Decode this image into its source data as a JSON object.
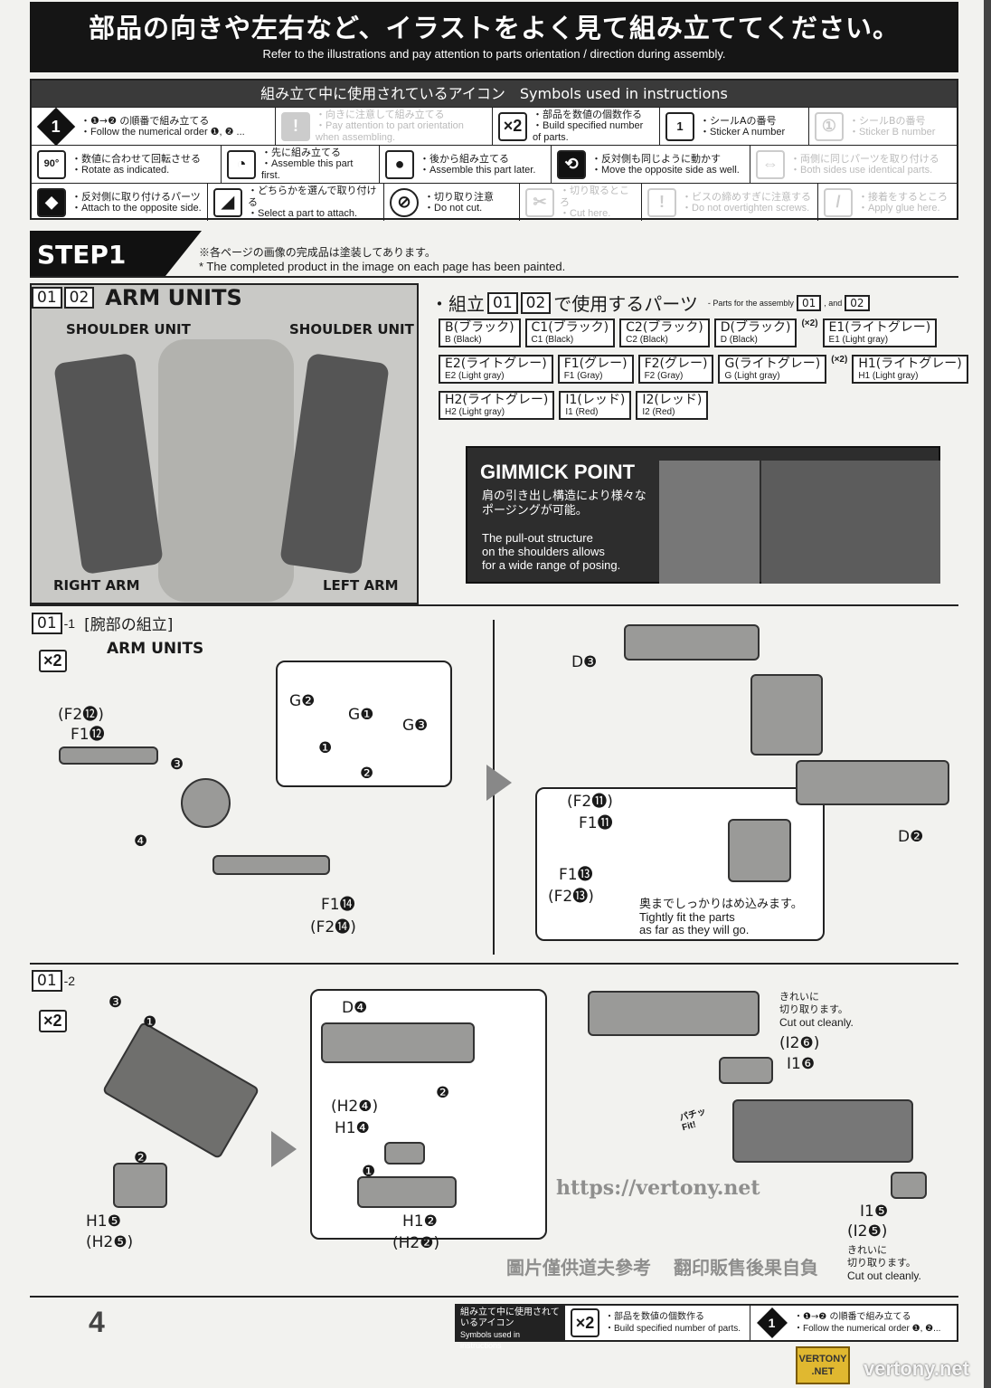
{
  "header": {
    "title_ja": "部品の向きや左右など、イラストをよく見て組み立ててください。",
    "title_en": "Refer to the illustrations and pay attention to parts orientation / direction during assembly."
  },
  "legend": {
    "title": "組み立て中に使用されているアイコン　Symbols used in instructions",
    "row1": [
      {
        "icon": "1",
        "ja": "・❶→❷ の順番で組み立てる",
        "en": "・Follow the numerical order ❶, ❷ ..."
      },
      {
        "icon": "!",
        "ja": "・向きに注意して組み立てる",
        "en": "・Pay attention to part orientation when assembling."
      },
      {
        "icon": "×2",
        "ja": "・部品を数値の個数作る",
        "en": "・Build specified number of parts."
      },
      {
        "icon": "1",
        "ja": "・シールAの番号",
        "en": "・Sticker A number"
      },
      {
        "icon": "①",
        "ja": "・シールBの番号",
        "en": "・Sticker B number"
      }
    ],
    "row2": [
      {
        "icon": "90°",
        "ja": "・数値に合わせて回転させる",
        "en": "・Rotate as indicated."
      },
      {
        "icon": "◔",
        "ja": "・先に組み立てる",
        "en": "・Assemble this part first."
      },
      {
        "icon": "●",
        "ja": "・後から組み立てる",
        "en": "・Assemble this part later."
      },
      {
        "icon": "⟲",
        "ja": "・反対側も同じように動かす",
        "en": "・Move the opposite side as well."
      },
      {
        "icon": "⇔",
        "ja": "・両側に同じパーツを取り付ける",
        "en": "・Both sides use identical parts."
      }
    ],
    "row3": [
      {
        "icon": "◆",
        "ja": "・反対側に取り付けるパーツ",
        "en": "・Attach to the opposite side."
      },
      {
        "icon": "◢",
        "ja": "・どちらかを選んで取り付ける",
        "en": "・Select a part to attach."
      },
      {
        "icon": "⊘",
        "ja": "・切り取り注意",
        "en": "・Do not cut."
      },
      {
        "icon": "✂",
        "ja": "・切り取るところ",
        "en": "・Cut here."
      },
      {
        "icon": "!",
        "ja": "・ビスの締めすぎに注意する",
        "en": "・Do not overtighten screws."
      },
      {
        "icon": "/",
        "ja": "・接着をするところ",
        "en": "・Apply glue here."
      }
    ]
  },
  "step": {
    "label": "STEP1",
    "note_ja": "※各ページの画像の完成品は塗装してあります。",
    "note_en": "* The completed product in the image on each page has been painted."
  },
  "arm_panel": {
    "num1": "01",
    "num2": "02",
    "title": "ARM UNITS",
    "labels": [
      "SHOULDER UNIT",
      "SHOULDER UNIT",
      "RIGHT ARM",
      "LEFT ARM"
    ]
  },
  "parts": {
    "title_ja": "・組立",
    "n1": "01",
    "n2": "02",
    "title_ja2": "で使用するパーツ",
    "title_en": "- Parts for the assembly",
    "n1b": "01",
    "and": ", and",
    "n2b": "02",
    "items": [
      {
        "ja": "B(ブラック)",
        "en": "B (Black)",
        "qty": ""
      },
      {
        "ja": "C1(ブラック)",
        "en": "C1 (Black)",
        "qty": ""
      },
      {
        "ja": "C2(ブラック)",
        "en": "C2 (Black)",
        "qty": ""
      },
      {
        "ja": "D(ブラック)",
        "en": "D (Black)",
        "qty": "(×2)"
      },
      {
        "ja": "E1(ライトグレー)",
        "en": "E1 (Light gray)",
        "qty": ""
      },
      {
        "ja": "E2(ライトグレー)",
        "en": "E2 (Light gray)",
        "qty": ""
      },
      {
        "ja": "F1(グレー)",
        "en": "F1 (Gray)",
        "qty": ""
      },
      {
        "ja": "F2(グレー)",
        "en": "F2 (Gray)",
        "qty": ""
      },
      {
        "ja": "G(ライトグレー)",
        "en": "G (Light gray)",
        "qty": "(×2)"
      },
      {
        "ja": "H1(ライトグレー)",
        "en": "H1 (Light gray)",
        "qty": ""
      },
      {
        "ja": "H2(ライトグレー)",
        "en": "H2 (Light gray)",
        "qty": ""
      },
      {
        "ja": "I1(レッド)",
        "en": "I1 (Red)",
        "qty": ""
      },
      {
        "ja": "I2(レッド)",
        "en": "I2 (Red)",
        "qty": ""
      }
    ]
  },
  "gimmick": {
    "title": "GIMMICK POINT",
    "ja": "肩の引き出し構造により様々なポージングが可能。",
    "en1": "The pull-out structure",
    "en2": "on the shoulders allows",
    "en3": "for a wide range of posing."
  },
  "s011": {
    "num": "01",
    "sub": "-1",
    "title_ja": "[腕部の組立]",
    "title_en": "ARM UNITS",
    "qty": "×2",
    "labels": [
      "(F2⓬)",
      "F1⓬",
      "❸",
      "❹",
      "G❷",
      "G❶",
      "G❸",
      "❶",
      "❷",
      "F1⓮",
      "(F2⓮)",
      "D❸",
      "D❷",
      "(F2⓫)",
      "F1⓫",
      "F1⓭",
      "(F2⓭)"
    ],
    "note_ja": "奥までしっかりはめ込みます。",
    "note_en1": "Tightly fit the parts",
    "note_en2": "as far as they will go."
  },
  "s012": {
    "num": "01",
    "sub": "-2",
    "qty": "×2",
    "labels": [
      "❸",
      "❶",
      "❷",
      "H1❺",
      "(H2❺)",
      "D❹",
      "❷",
      "(H2❹)",
      "H1❹",
      "❶",
      "H1❷",
      "(H2❷)",
      "(I2❻)",
      "I1❻",
      "I1❺",
      "(I2❺)"
    ],
    "cut1_ja1": "きれいに",
    "cut1_ja2": "切り取ります。",
    "cut1_en": "Cut out cleanly.",
    "cut2_ja1": "きれいに",
    "cut2_ja2": "切り取ります。",
    "cut2_en": "Cut out cleanly.",
    "fit": "パチッ Fit!"
  },
  "footer": {
    "page": "4",
    "legend_ja": "組み立て中に使用されているアイコン",
    "legend_en": "Symbols used in instructions",
    "i1_icon": "×2",
    "i1_ja": "・部品を数値の個数作る",
    "i1_en": "・Build specified number of parts.",
    "i2_icon": "1",
    "i2_ja": "・❶→❷ の順番で組み立てる",
    "i2_en": "・Follow the numerical order ❶, ❷..."
  },
  "watermark": {
    "url": "https://vertony.net",
    "cn1": "圖片僅供道夫參考",
    "cn2": "翻印販售後果自負",
    "badge": "VERTONY .NET",
    "site": "vertony.net"
  }
}
